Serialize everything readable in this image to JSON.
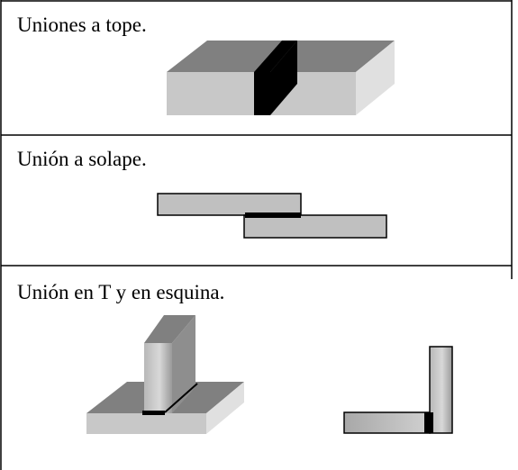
{
  "panels": [
    {
      "label": "Uniones a tope."
    },
    {
      "label": "Unión a solape."
    },
    {
      "label": "Unión en T y en esquina."
    }
  ],
  "colors": {
    "border": "#000000",
    "plate_top": "#808080",
    "plate_front": "#c8c8c8",
    "plate_side": "#e0e0e0",
    "weld": "#000000",
    "lap_plate": "#c0c0c0"
  }
}
